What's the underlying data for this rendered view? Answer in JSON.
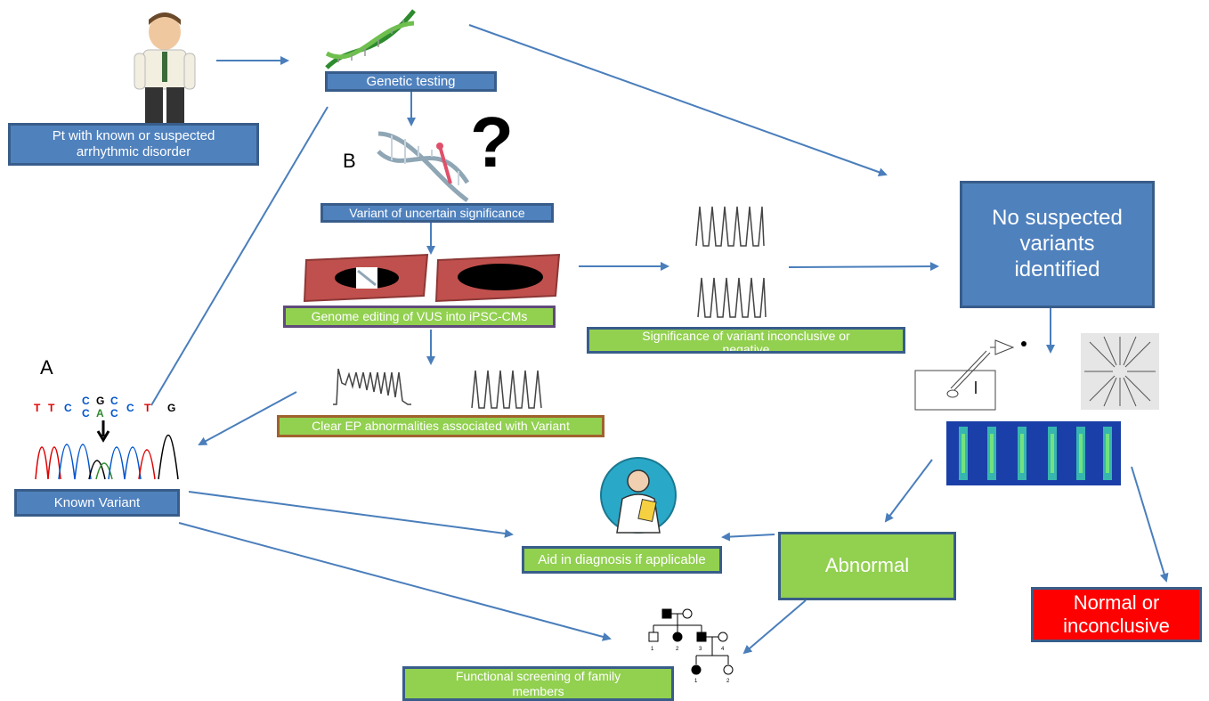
{
  "boxes": {
    "patient": "Pt with known or suspected arrhythmic disorder",
    "genetic_testing": "Genetic testing",
    "vus": "Variant of uncertain significance",
    "genome_editing": "Genome editing of VUS into iPSC-CMs",
    "clear_ep": "Clear EP abnormalities associated with Variant",
    "inconclusive": "Significance of variant inconclusive or negative",
    "no_variants": "No suspected variants identified",
    "known_variant": "Known Variant",
    "aid_diagnosis": "Aid in diagnosis if applicable",
    "abnormal": "Abnormal",
    "normal_inconclusive": "Normal or inconclusive",
    "family_screening": "Functional screening of family members"
  },
  "labels": {
    "a": "A",
    "b": "B",
    "question": "?"
  },
  "sequence": {
    "top": [
      "T",
      "T",
      "C",
      "C",
      "G",
      "C",
      "C",
      "T",
      "G"
    ],
    "second": [
      "C",
      "A",
      "C"
    ]
  },
  "pedigree_numbers": [
    "1",
    "2",
    "3",
    "4",
    "1",
    "2"
  ],
  "colors": {
    "blue": "#4f81bd",
    "green": "#92d050",
    "red": "#ff0000",
    "arrow": "#4a7ebb"
  }
}
